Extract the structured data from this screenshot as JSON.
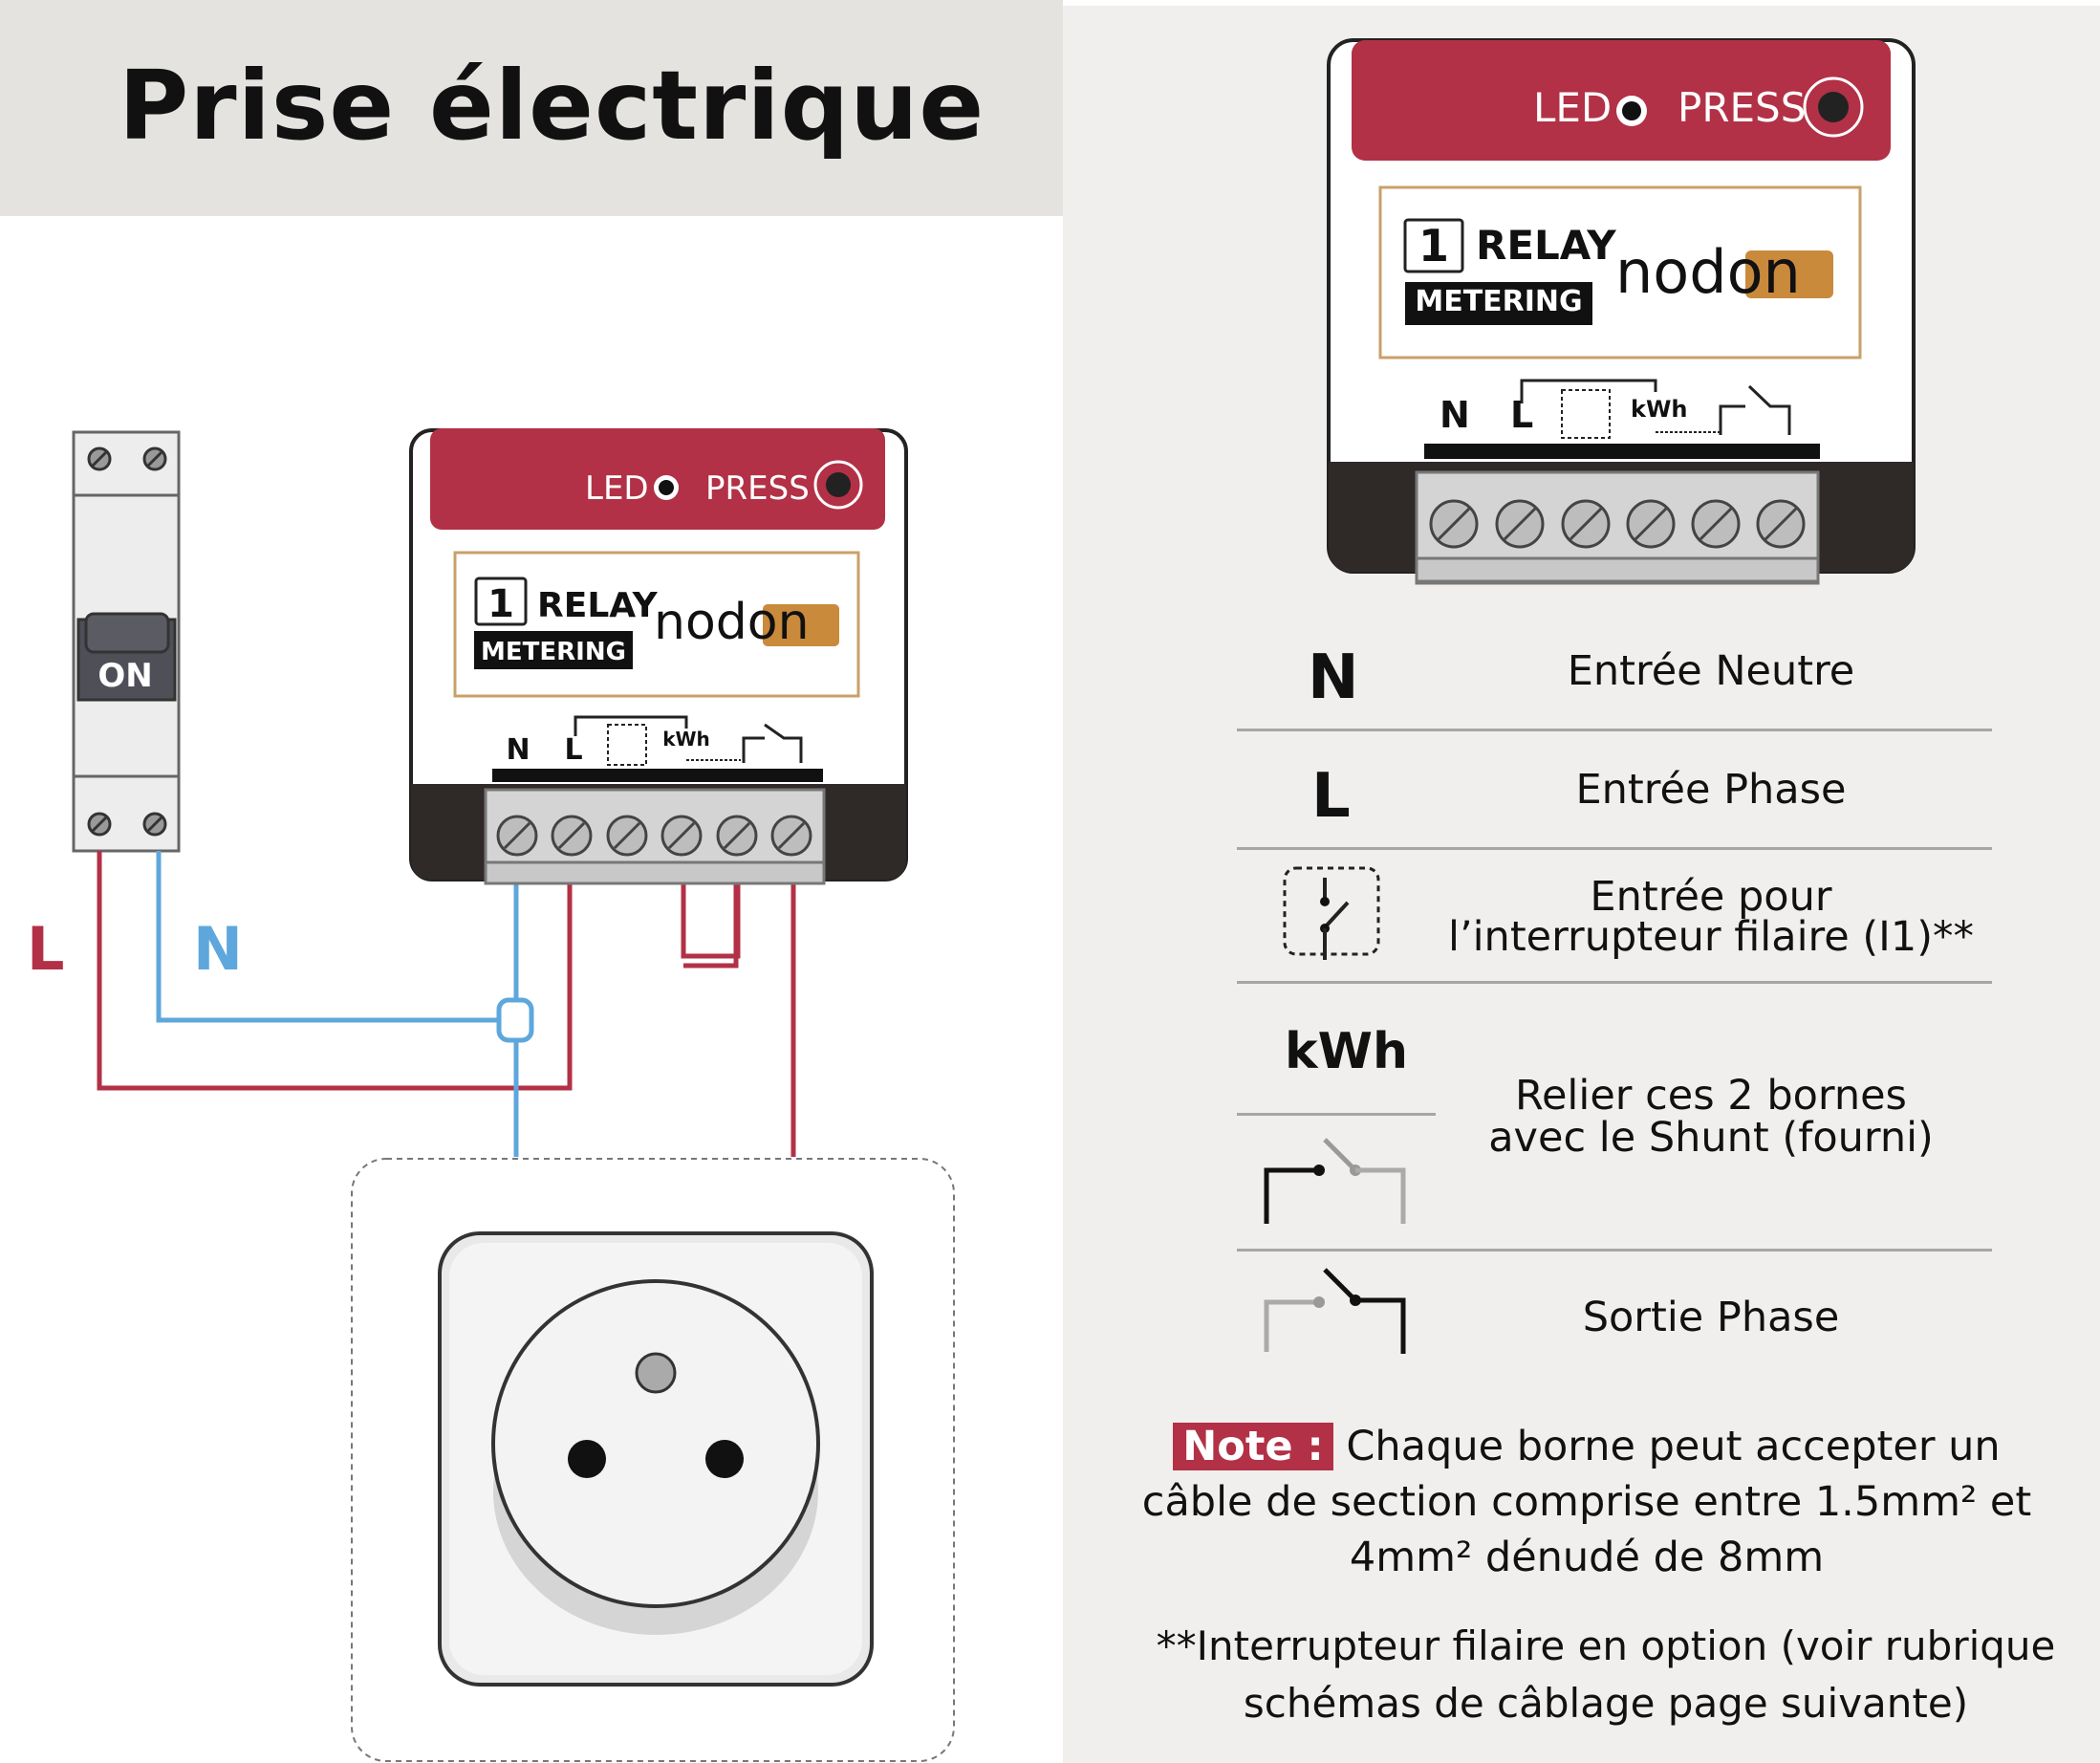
{
  "title": "Prise électrique",
  "device": {
    "led_label": "LED",
    "press_label": "PRESS",
    "relay_number": "1",
    "relay_label": "RELAY",
    "metering_label": "METERING",
    "brand": "nodon",
    "terminal_labels": {
      "n": "N",
      "l": "L",
      "kwh": "kWh"
    }
  },
  "wiring": {
    "breaker_label": "ON",
    "line_label": "L",
    "neutral_label": "N"
  },
  "legend": {
    "n_code": "N",
    "n_desc": "Entrée Neutre",
    "l_code": "L",
    "l_desc": "Entrée Phase",
    "switch_desc_1": "Entrée pour",
    "switch_desc_2": "l’interrupteur filaire (I1)**",
    "kwh_code": "kWh",
    "shunt_desc_1": "Relier ces 2 bornes",
    "shunt_desc_2": "avec le Shunt (fourni)",
    "output_desc": "Sortie Phase"
  },
  "note": {
    "tag": "Note :",
    "text": "Chaque borne peut accepter un câble de section comprise entre 1.5mm² et 4mm² dénudé de 8mm"
  },
  "footnote": {
    "line1": "**Interrupteur filaire en option (voir rubrique",
    "line2": "schémas de câblage page suivante)"
  },
  "colors": {
    "device_red": "#b23146",
    "line_wire": "#b23146",
    "neutral_wire": "#5ea7dc",
    "brand_orange": "#c98a3c",
    "device_dark": "#2f2928"
  },
  "icons": [
    "switch-input-icon",
    "shunt-terminal-icon",
    "output-relay-icon",
    "socket-icon",
    "breaker-icon"
  ]
}
